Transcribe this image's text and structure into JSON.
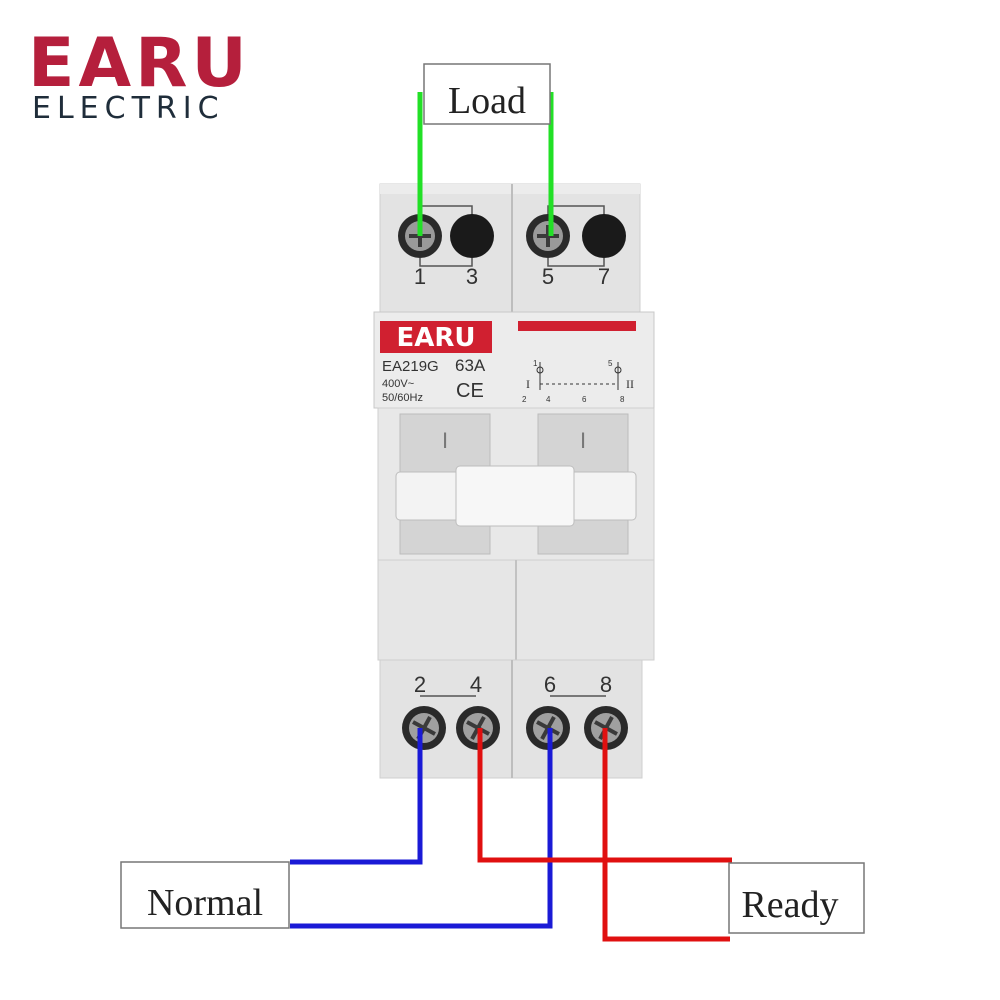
{
  "logo": {
    "brand": "EARU",
    "subtitle": "ELECTRIC",
    "color_brand": "#b51f3c",
    "color_sub": "#1f2d3a"
  },
  "labels": {
    "load": "Load",
    "normal": "Normal",
    "ready": "Ready"
  },
  "device": {
    "badge": "EARU",
    "model": "EA219G",
    "rating": "63A",
    "voltage": "400V~",
    "frequency": "50/60Hz",
    "mark": "CE",
    "schematic": {
      "top_left": "1",
      "top_right": "5",
      "pos_one": "I",
      "pos_two": "II",
      "bottom": [
        "2",
        "4",
        "6",
        "8"
      ]
    },
    "top_terminals": [
      "1",
      "3",
      "5",
      "7"
    ],
    "bottom_terminals": [
      "2",
      "4",
      "6",
      "8"
    ],
    "handle_marks": [
      "I",
      "I"
    ]
  },
  "wires": {
    "load_color": "#22e026",
    "normal_color": "#1a1ad6",
    "ready_color": "#e01010"
  }
}
